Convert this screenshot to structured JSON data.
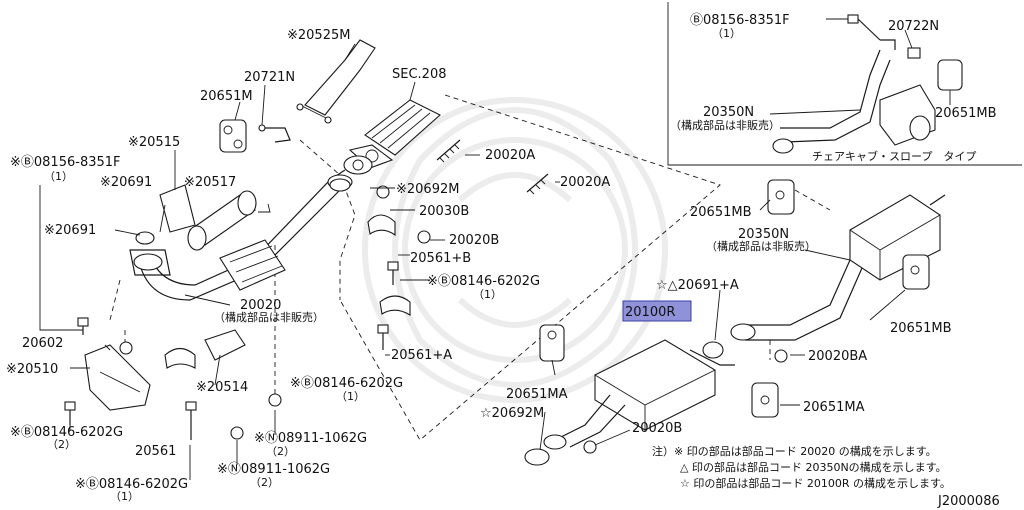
{
  "labels": {
    "p20525M": "※20525M",
    "sec208": "SEC.208",
    "p20721N": "20721N",
    "p20651M": "20651M",
    "p20515": "※20515",
    "b08156_l": "※Ⓑ08156-8351F",
    "b08156_l_qty": "（1）",
    "p20691_a": "※20691",
    "p20517": "※20517",
    "p20020A_1": "20020A",
    "p20692M_a": "※20692M",
    "p20020A_2": "20020A",
    "p20030B": "20030B",
    "p20691_b": "※20691",
    "p20020B_a": "20020B",
    "p20561B": "20561+B",
    "b08146_a": "※Ⓑ08146-6202G",
    "b08146_a_qty": "（1）",
    "p20020": "20020",
    "p20020_note": "（構成部品は非販売）",
    "p20602": "20602",
    "p20510": "※20510",
    "p20514": "※20514",
    "b08146_b": "※Ⓑ08146-6202G",
    "b08146_b_qty": "（1）",
    "p20561A": "20561+A",
    "b08146_c": "※Ⓑ08146-6202G",
    "b08146_c_qty": "（2）",
    "n08911_a": "※Ⓝ08911-1062G",
    "n08911_a_qty": "（2）",
    "p20561": "20561",
    "n08911_b": "※Ⓝ08911-1062G",
    "n08911_b_qty": "（2）",
    "b08146_d": "※Ⓑ08146-6202G",
    "b08146_d_qty": "（1）",
    "inset_b08156": "Ⓑ08156-8351F",
    "inset_b08156_qty": "（1）",
    "inset_20722N": "20722N",
    "inset_20350N": "20350N",
    "inset_20350N_note": "（構成部品は非販売）",
    "inset_20651MB": "20651MB",
    "inset_caption": "チェアキャブ・スロープ　タイプ",
    "p20651MB_a": "20651MB",
    "p20350N": "20350N",
    "p20350N_note": "（構成部品は非販売）",
    "p20691A": "☆△20691+A",
    "p20100R": "20100R",
    "p20651MB_b": "20651MB",
    "p20020BA": "20020BA",
    "p20651MA_a": "20651MA",
    "p20651MA_b": "20651MA",
    "p20692M_b": "☆20692M",
    "p20020B_b": "20020B",
    "note1": "注）※ 印の部品は部品コード 20020 の構成を示します。",
    "note2": "△ 印の部品は部品コード 20350Nの構成を示します。",
    "note3": "☆ 印の部品は部品コード 20100R の構成を示します。",
    "diagram_id": "J2000086"
  },
  "colors": {
    "ink": "#1a1a1a",
    "highlight_fill": "#8f92d8",
    "highlight_stroke": "#3a3ea8",
    "watermark": "#ececec"
  }
}
